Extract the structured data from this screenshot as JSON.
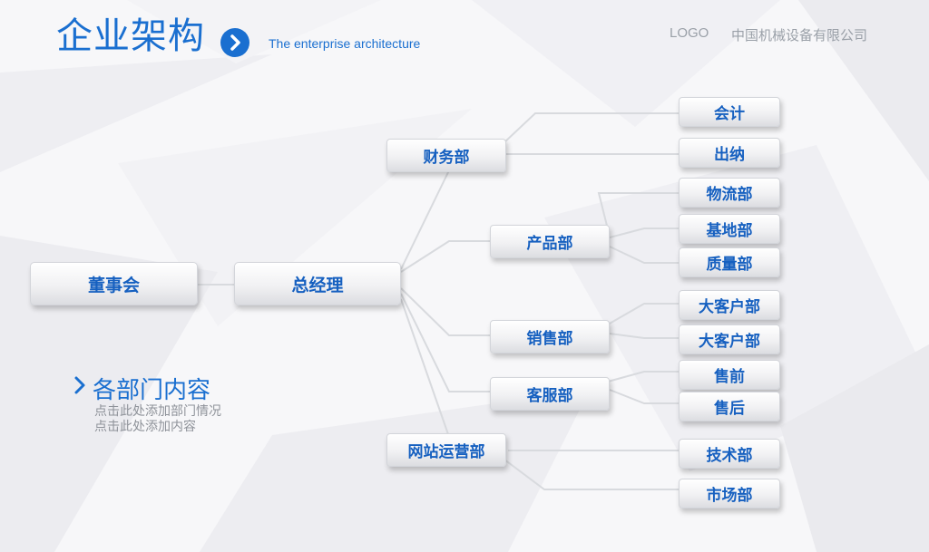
{
  "header": {
    "title": "企业架构",
    "subtitle": "The enterprise architecture",
    "logo": "LOGO",
    "company": "中国机械设备有限公司"
  },
  "org": {
    "board": "董事会",
    "ceo": "总经理",
    "departments": [
      {
        "name": "财务部",
        "subs": [
          "会计",
          "出纳"
        ]
      },
      {
        "name": "产品部",
        "subs": [
          "物流部",
          "基地部",
          "质量部"
        ]
      },
      {
        "name": "销售部",
        "subs": [
          "大客户部",
          "大客户部"
        ]
      },
      {
        "name": "客服部",
        "subs": [
          "售前",
          "售后"
        ]
      },
      {
        "name": "网站运营部",
        "subs": [
          "技术部",
          "市场部"
        ]
      }
    ]
  },
  "side": {
    "heading": "各部门内容",
    "lines": [
      "点击此处添加部门情况",
      "点击此处添加内容"
    ]
  },
  "colors": {
    "accent": "#1a6fd0",
    "box_text": "#1660c0",
    "muted": "#9aa0a8",
    "connector": "#d8dade"
  }
}
